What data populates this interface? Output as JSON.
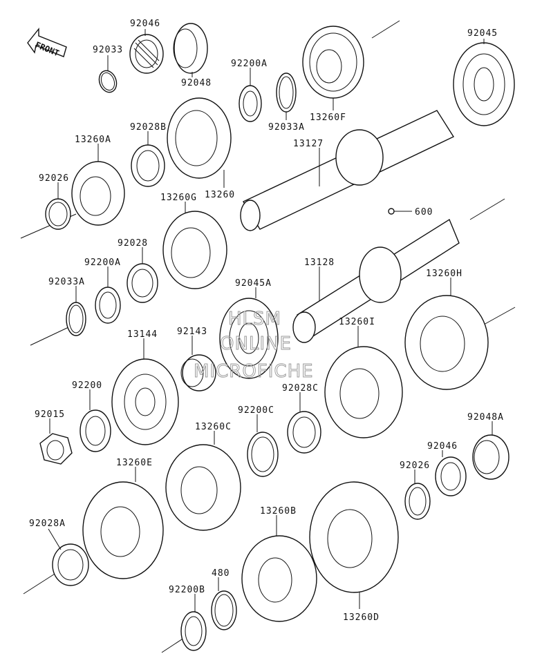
{
  "front_label": "FRONT",
  "watermark": {
    "line1": "HLSM",
    "line2": "ONLINE",
    "line3": "MICROFICHE"
  },
  "labels": {
    "p92046_top": "92046",
    "p92033_top": "92033",
    "p92048": "92048",
    "p92200A_top": "92200A",
    "p13260F": "13260F",
    "p92045": "92045",
    "p92033A_top": "92033A",
    "p92028B": "92028B",
    "p13260A": "13260A",
    "p13127": "13127",
    "p13260": "13260",
    "p92026_left": "92026",
    "p13260G": "13260G",
    "p600": "600",
    "p92028": "92028",
    "p92200A_mid": "92200A",
    "p13128": "13128",
    "p13260H": "13260H",
    "p92033A_mid": "92033A",
    "p92045A": "92045A",
    "p13260I": "13260I",
    "p13144": "13144",
    "p92143": "92143",
    "p92200": "92200",
    "p92028C": "92028C",
    "p92015": "92015",
    "p92200C": "92200C",
    "p13260C": "13260C",
    "p92048A": "92048A",
    "p92046_bot": "92046",
    "p13260E": "13260E",
    "p92026_bot": "92026",
    "p92028A": "92028A",
    "p13260B": "13260B",
    "p480": "480",
    "p92200B": "92200B",
    "p13260D": "13260D"
  }
}
